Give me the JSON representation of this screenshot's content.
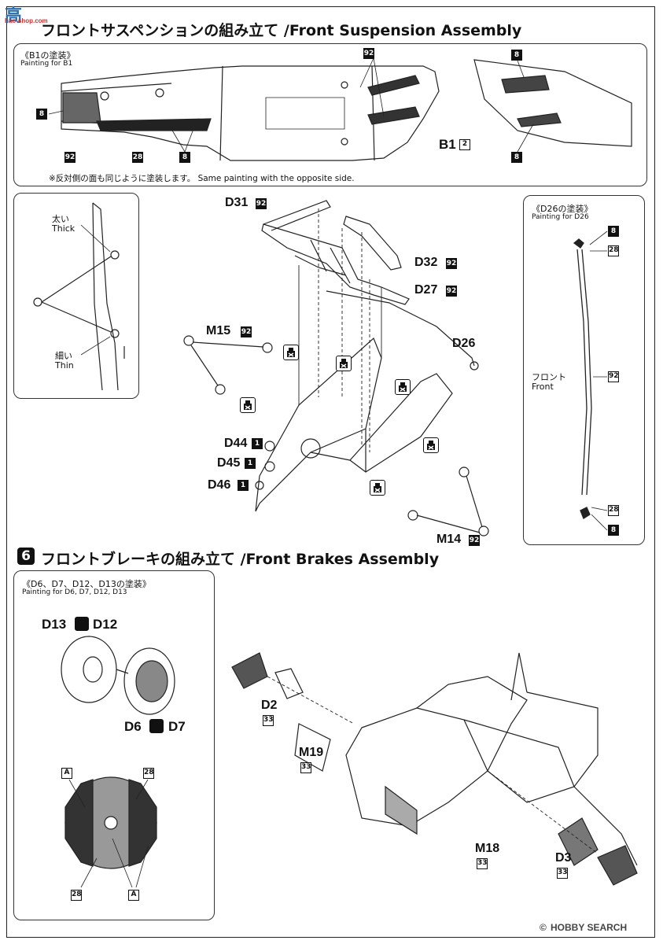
{
  "watermark_top": "高",
  "watermark_top_sub": "hao-shop.com",
  "step5": {
    "title": "フロントサスペンションの組み立て /Front Suspension Assembly",
    "b1_panel": {
      "title": "《B1の塗装》",
      "subtitle": "Painting for B1",
      "note": "※反対側の面も同じように塗装します。 Same painting with the opposite side.",
      "part_label": "B1",
      "part_code": "2",
      "codes": [
        "8",
        "92",
        "28",
        "8",
        "92",
        "8",
        "8"
      ]
    },
    "thick_panel": {
      "thick_jp": "太い",
      "thick_en": "Thick",
      "thin_jp": "細い",
      "thin_en": "Thin"
    },
    "parts": [
      {
        "label": "D31",
        "code": "92"
      },
      {
        "label": "D32",
        "code": "92"
      },
      {
        "label": "D27",
        "code": "92"
      },
      {
        "label": "D26",
        "code": ""
      },
      {
        "label": "M15",
        "code": "92"
      },
      {
        "label": "D44",
        "code": "1"
      },
      {
        "label": "D45",
        "code": "1"
      },
      {
        "label": "D46",
        "code": "1"
      },
      {
        "label": "M14",
        "code": "92"
      }
    ],
    "d26_panel": {
      "title": "《D26の塗装》",
      "subtitle": "Painting for D26",
      "front_jp": "フロント",
      "front_en": "Front",
      "codes": [
        "8",
        "28",
        "92",
        "28",
        "8"
      ]
    }
  },
  "step6": {
    "number": "6",
    "title": "フロントブレーキの組み立て /Front Brakes Assembly",
    "panel": {
      "title": "《D6、D7、D12、D13の塗装》",
      "subtitle": "Painting for D6, D7, D12, D13",
      "d13": "D13",
      "d12": "D12",
      "d6": "D6",
      "d7": "D7",
      "code_a": "A",
      "code_28": "28"
    },
    "parts": [
      {
        "label": "D2",
        "code": "33"
      },
      {
        "label": "M19",
        "code": "33"
      },
      {
        "label": "M18",
        "code": "33"
      },
      {
        "label": "D3",
        "code": "33"
      }
    ]
  },
  "footer_brand": "HOBBY SEARCH",
  "footer_copyright": "©"
}
